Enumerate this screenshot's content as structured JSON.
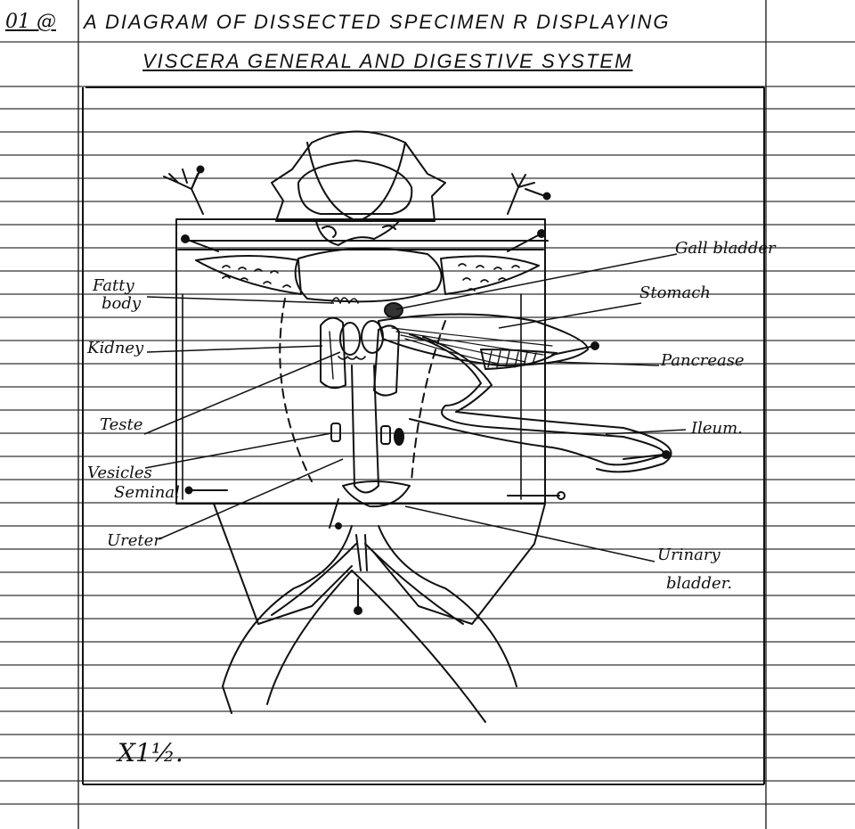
{
  "question_number": "01 @",
  "title_line1": "A DIAGRAM OF DISSECTED SPECIMEN R DISPLAYING",
  "title_line2": "VISCERA GENERAL AND DIGESTIVE SYSTEM",
  "labels": {
    "fatty_body_1": "Fatty",
    "fatty_body_2": "body",
    "kidney": "Kidney",
    "teste": "Teste",
    "vesicles_seminal_1": "Vesicles",
    "vesicles_seminal_2": "Seminal",
    "ureter": "Ureter",
    "gall_bladder": "Gall bladder",
    "stomach": "Stomach",
    "pancrease": "Pancrease",
    "ileum": "Ileum.",
    "urinary_bladder_1": "Urinary",
    "urinary_bladder_2": "bladder."
  },
  "magnification": "X1½."
}
